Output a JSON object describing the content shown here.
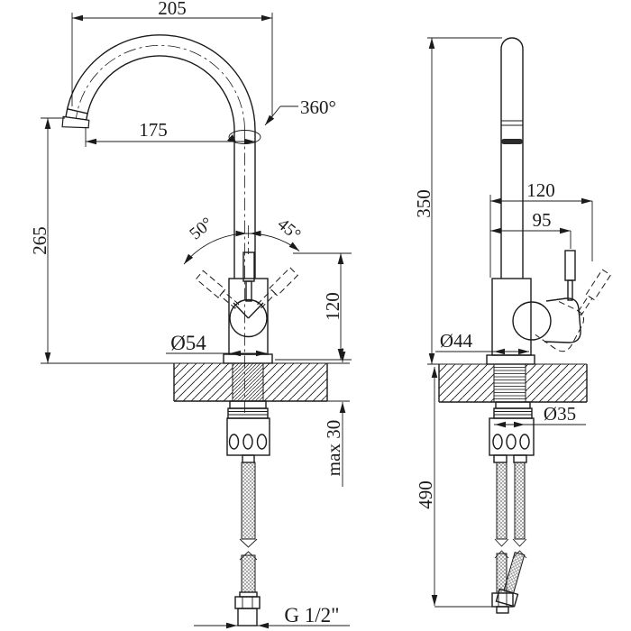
{
  "title": "Kitchen faucet dimensional drawing",
  "colors": {
    "line": "#1b1b1b",
    "background": "#ffffff"
  },
  "front_view": {
    "spout_span_mm": "205",
    "spout_reach_mm": "175",
    "swivel_angle": "360°",
    "spout_height_mm": "265",
    "handle_tilt_back": "50°",
    "handle_tilt_front": "45°",
    "body_height_mm": "120",
    "base_diameter": "Ø54",
    "max_mount_thickness": "max 30",
    "connection_thread": "G 1/2\""
  },
  "side_view": {
    "overall_height_mm": "350",
    "handle_max_reach_mm": "120",
    "handle_reach_mm": "95",
    "body_diameter": "Ø44",
    "shank_diameter": "Ø35",
    "hose_length_mm": "490"
  }
}
